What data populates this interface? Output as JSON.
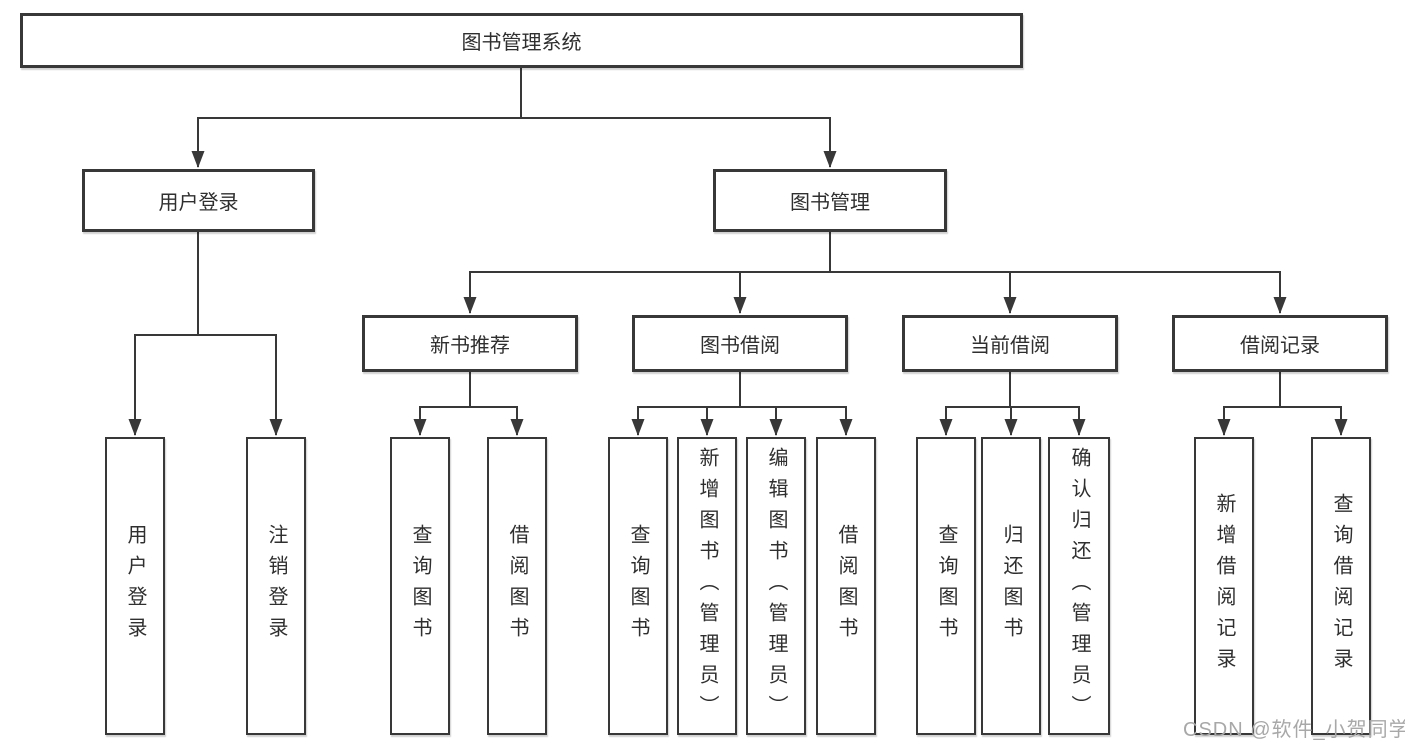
{
  "tree": {
    "root": "图书管理系统",
    "user_login": {
      "label": "用户登录",
      "children": [
        "用户登录",
        "注销登录"
      ]
    },
    "book_mgmt": {
      "label": "图书管理",
      "groups": [
        {
          "label": "新书推荐",
          "children": [
            "查询图书",
            "借阅图书"
          ]
        },
        {
          "label": "图书借阅",
          "children": [
            "查询图书",
            "新增图书（管理员）",
            "编辑图书（管理员）",
            "借阅图书"
          ]
        },
        {
          "label": "当前借阅",
          "children": [
            "查询图书",
            "归还图书",
            "确认归还（管理员）"
          ]
        },
        {
          "label": "借阅记录",
          "children": [
            "新增借阅记录",
            "查询借阅记录"
          ]
        }
      ]
    }
  },
  "watermark": {
    "text": "CSDN @软件_小贺同学"
  },
  "colors": {
    "line": "#383838",
    "text": "#2f2f2f",
    "watermark": "#a8a8a8",
    "background": "#ffffff"
  }
}
